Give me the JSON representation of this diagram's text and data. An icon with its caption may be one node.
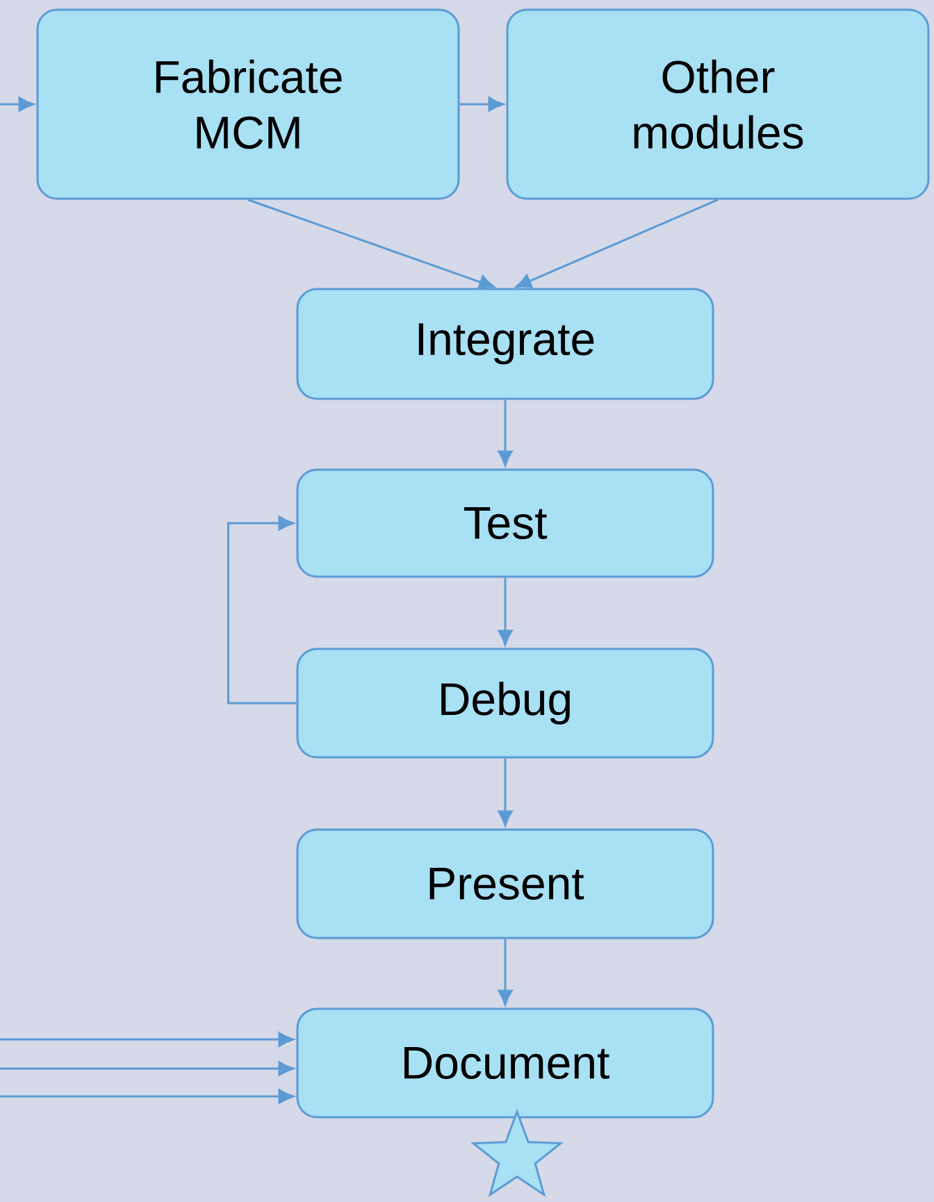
{
  "diagram": {
    "nodes": [
      {
        "text": [
          "Fabricate MCM"
        ]
      },
      {
        "text": [
          "Other modules"
        ]
      },
      {
        "text": [
          "Integrate"
        ]
      },
      {
        "text": [
          "Test"
        ]
      },
      {
        "text": [
          "Debug"
        ]
      },
      {
        "text": [
          "Present"
        ]
      },
      {
        "text": [
          "Document"
        ]
      }
    ],
    "edges": [
      {
        "from": null,
        "to": 0,
        "arrow": "to"
      },
      {
        "from": 0,
        "to": 1,
        "arrow": "to"
      },
      {
        "from": 0,
        "to": 2,
        "arrow": "to"
      },
      {
        "from": 1,
        "to": 2,
        "arrow": "to"
      },
      {
        "from": 2,
        "to": 3,
        "arrow": "to"
      },
      {
        "from": 3,
        "to": 4,
        "arrow": "to"
      },
      {
        "from": 4,
        "to": 3,
        "arrow": "to"
      },
      {
        "from": 4,
        "to": 5,
        "arrow": "to"
      },
      {
        "from": 5,
        "to": 6,
        "arrow": "to"
      },
      {
        "from": null,
        "to": 6,
        "arrow": "to"
      },
      {
        "from": null,
        "to": 6,
        "arrow": "to"
      },
      {
        "from": null,
        "to": 6,
        "arrow": "to"
      }
    ]
  }
}
